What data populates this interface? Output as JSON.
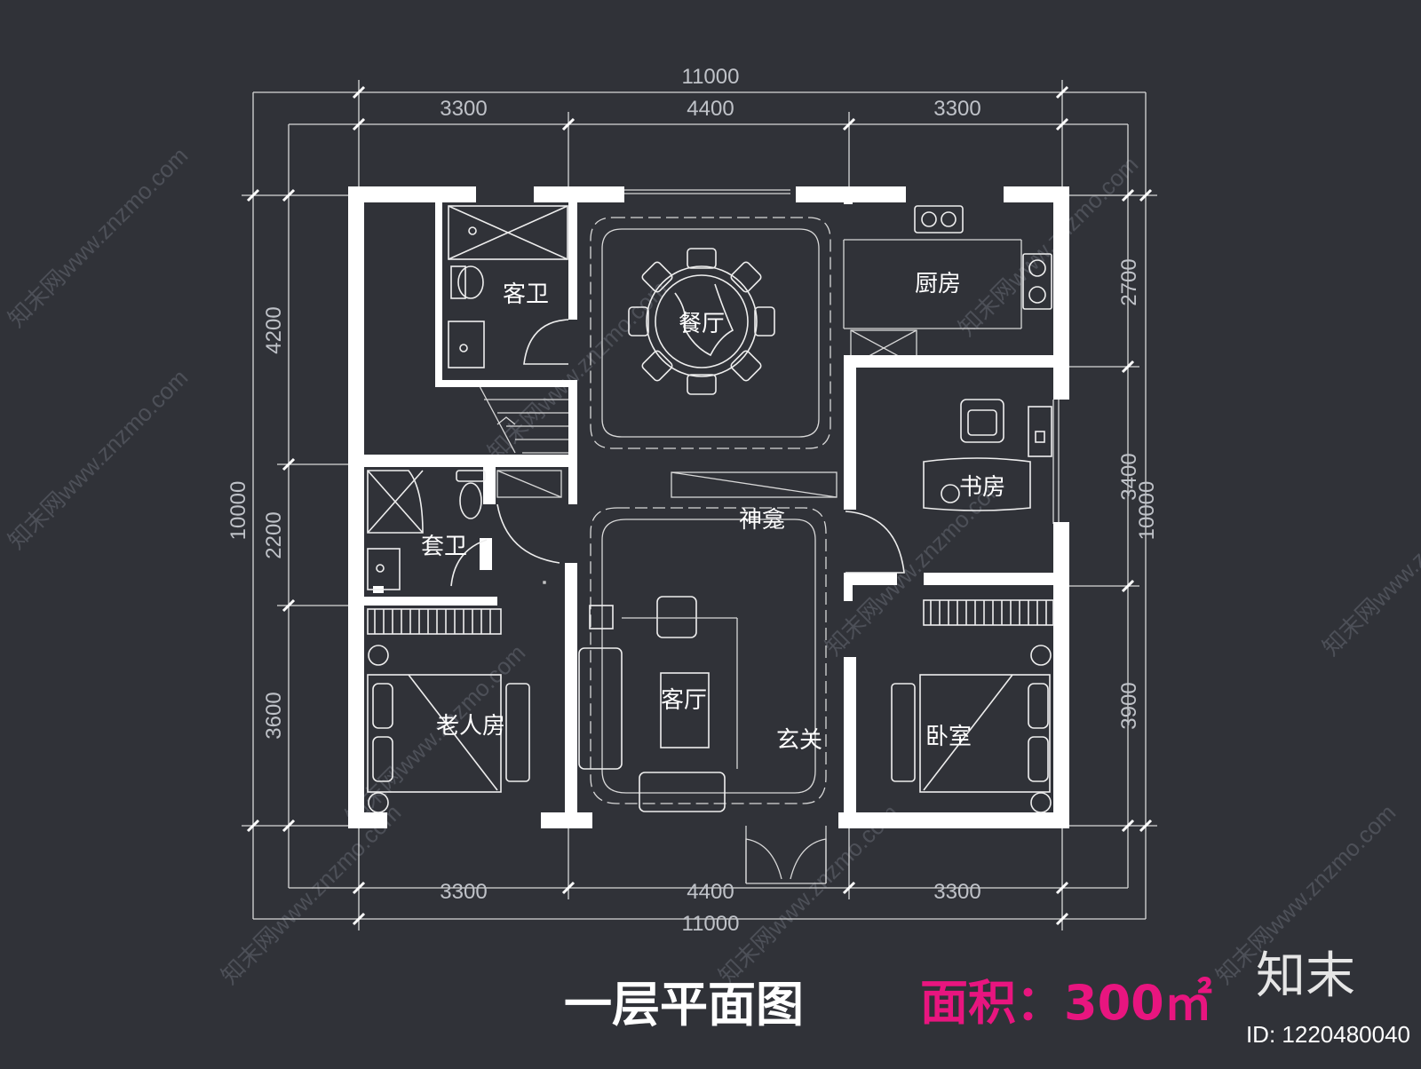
{
  "title": "一层平面图",
  "area_label": "面积：300㎡",
  "brand": "知末",
  "image_id": "ID: 1220480040",
  "watermark": "知末网www.znzmo.com",
  "colors": {
    "background": "#303238",
    "wall": "#ffffff",
    "area_text": "#e8157f"
  },
  "dimensions": {
    "top_total": "11000",
    "top_segments": [
      "3300",
      "4400",
      "3300"
    ],
    "bottom_segments": [
      "3300",
      "4400",
      "3300"
    ],
    "bottom_total": "11000",
    "left_total": "10000",
    "left_segments": [
      "4200",
      "2200",
      "3600"
    ],
    "right_total": "10000",
    "right_segments": [
      "2700",
      "3400",
      "3900"
    ]
  },
  "rooms": {
    "guest_bath": "客卫",
    "dining": "餐厅",
    "kitchen": "厨房",
    "study": "书房",
    "shrine": "神龛",
    "ensuite": "套卫",
    "elder_room": "老人房",
    "living": "客厅",
    "foyer": "玄关",
    "bedroom": "卧室"
  }
}
